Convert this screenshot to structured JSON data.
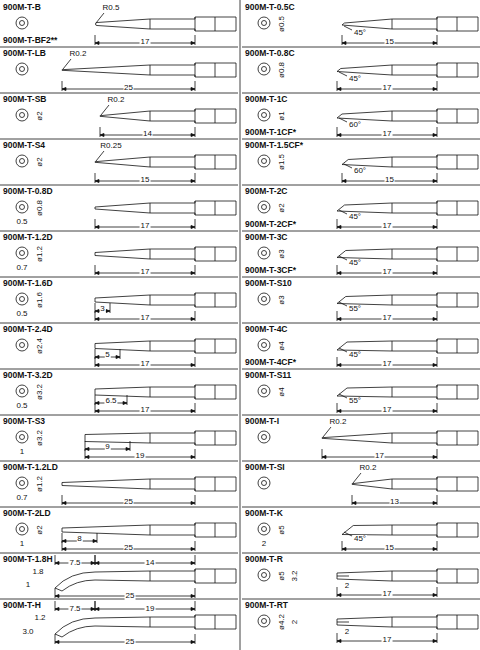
{
  "diagram": {
    "labels": [
      "900M-T-B",
      "R0.5",
      "17",
      "900M-T-BF2**",
      "900M-T-LB",
      "R0.2",
      "25",
      "900M-T-SB",
      "ø2",
      "R0.2",
      "14",
      "900M-T-S4",
      "R0.25",
      "ø2",
      "15",
      "900M-T-0.8D",
      "ø0.8",
      "0.5",
      "17",
      "900M-T-1.2D",
      "ø1.2",
      "0.7",
      "17",
      "900M-T-1.6D",
      "ø1.6",
      "0.5",
      "3",
      "17",
      "900M-T-2.4D",
      "ø2.4",
      "5",
      "17",
      "900M-T-3.2D",
      "ø3.2",
      "0.5",
      "6.5",
      "17",
      "900M-T-S3",
      "1",
      "ø3.2",
      "9",
      "19",
      "900M-T-1.2LD",
      "ø1.2",
      "0.7",
      "25",
      "900M-T-2LD",
      "1",
      "ø2",
      "8",
      "25",
      "900M-T-1.8H",
      "1.8",
      "1",
      "7.5",
      "25",
      "14",
      "900M-T-H",
      "1.2",
      "3.0",
      "7.5",
      "25",
      "19",
      "900M-T-0.5C",
      "ø0.5",
      "45°",
      "15",
      "900M-T-0.8C",
      "ø0.8",
      "45°",
      "17",
      "900M-T-1C",
      "ø1",
      "60°",
      "17",
      "900M-T-1CF*",
      "900M-T-1.5CF*",
      "ø1.5",
      "60°",
      "15",
      "900M-T-2C",
      "ø2",
      "45°",
      "17",
      "900M-T-2CF*",
      "900M-T-3C",
      "ø3",
      "45°",
      "17",
      "900M-T-3CF*",
      "900M-T-S10",
      "ø3",
      "55°",
      "17",
      "900M-T-4C",
      "ø4",
      "45°",
      "17",
      "900M-T-4CF*",
      "900M-T-S11",
      "ø4",
      "55°",
      "17",
      "900M-T-I",
      "R0.2",
      "17",
      "900M-T-SI",
      "R0.2",
      "13",
      "900M-T-K",
      "ø5",
      "45°",
      "2",
      "15",
      "900M-T-R",
      "ø5",
      "3.2",
      "2",
      "17",
      "900M-T-RT",
      "ø4.2",
      "2",
      "2",
      "17"
    ]
  }
}
